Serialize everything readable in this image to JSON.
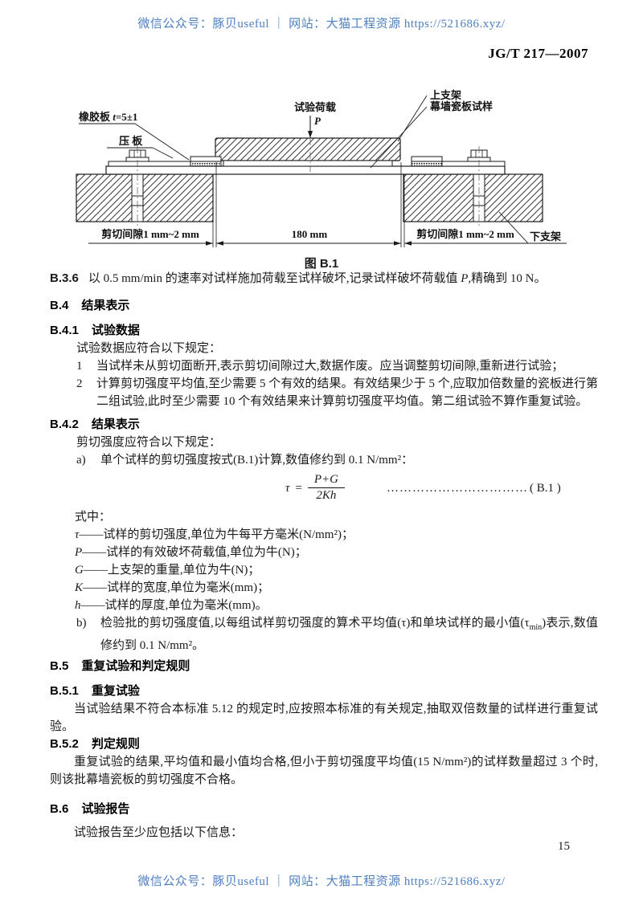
{
  "page": {
    "standard_code": "JG/T 217—2007",
    "page_number": "15"
  },
  "promo": {
    "text": "微信公众号：豚贝useful ｜ 网站：大猫工程资源 https://521686.xyz/",
    "color": "#4e7fc1"
  },
  "figure": {
    "caption": "图 B.1",
    "labels": {
      "rubber_pre": "橡胶板 ",
      "rubber_var": "t",
      "rubber_post": "=5±1",
      "press_plate": "压 板",
      "load": "试验荷载",
      "load_symbol": "P",
      "upper_bracket": "上支架",
      "specimen": "幕墙瓷板试样",
      "lower_bracket": "下支架",
      "gap_left": "剪切间隙1 mm~2 mm",
      "span": "180 mm",
      "gap_right": "剪切间隙1 mm~2 mm"
    }
  },
  "clauses": {
    "b36": {
      "num": "B.3.6",
      "t1": "以 0.5 mm/min 的速率对试样施加荷载至试样破坏,记录试样破坏荷载值 ",
      "var1": "P",
      "t2": ",精确到 10 N。"
    },
    "b4": {
      "num": "B.4",
      "title": "结果表示"
    },
    "b41": {
      "num": "B.4.1",
      "title": "试验数据",
      "intro": "试验数据应符合以下规定：",
      "item1_num": "1",
      "item1": "当试样未从剪切面断开,表示剪切间隙过大,数据作废。应当调整剪切间隙,重新进行试验；",
      "item2_num": "2",
      "item2": "计算剪切强度平均值,至少需要 5 个有效的结果。有效结果少于 5 个,应取加倍数量的瓷板进行第二组试验,此时至少需要 10 个有效结果来计算剪切强度平均值。第二组试验不算作重复试验。"
    },
    "b42": {
      "num": "B.4.2",
      "title": "结果表示",
      "intro": "剪切强度应符合以下规定：",
      "item_a_num": "a)",
      "item_a": "单个试样的剪切强度按式(B.1)计算,数值修约到 0.1 N/mm²：",
      "formula": {
        "lhs_var": "τ",
        "equals": "=",
        "numerator": "P+G",
        "denominator": "2Kh",
        "dots": "…………………………………………",
        "ref": "( B.1 )"
      },
      "where": "式中：",
      "defs": [
        {
          "var": "τ",
          "text": "——试样的剪切强度,单位为牛每平方毫米(N/mm²)；"
        },
        {
          "var": "P",
          "text": "——试样的有效破坏荷载值,单位为牛(N)；"
        },
        {
          "var": "G",
          "text": "——上支架的重量,单位为牛(N)；"
        },
        {
          "var": "K",
          "text": "——试样的宽度,单位为毫米(mm)；"
        },
        {
          "var": "h",
          "text": "——试样的厚度,单位为毫米(mm)。"
        }
      ],
      "item_b_num": "b)",
      "item_b_t1": "检验批的剪切强度值,以每组试样剪切强度的算术平均值(τ)和单块试样的最小值(τ",
      "item_b_sub": "min",
      "item_b_t2": ")表示,数值修约到 0.1 N/mm²。"
    },
    "b5": {
      "num": "B.5",
      "title": "重复试验和判定规则"
    },
    "b51": {
      "num": "B.5.1",
      "title": "重复试验",
      "body": "当试验结果不符合本标准 5.12 的规定时,应按照本标准的有关规定,抽取双倍数量的试样进行重复试验。"
    },
    "b52": {
      "num": "B.5.2",
      "title": "判定规则",
      "body": "重复试验的结果,平均值和最小值均合格,但小于剪切强度平均值(15 N/mm²)的试样数量超过 3 个时,则该批幕墙瓷板的剪切强度不合格。"
    },
    "b6": {
      "num": "B.6",
      "title": "试验报告",
      "body": "试验报告至少应包括以下信息："
    }
  }
}
